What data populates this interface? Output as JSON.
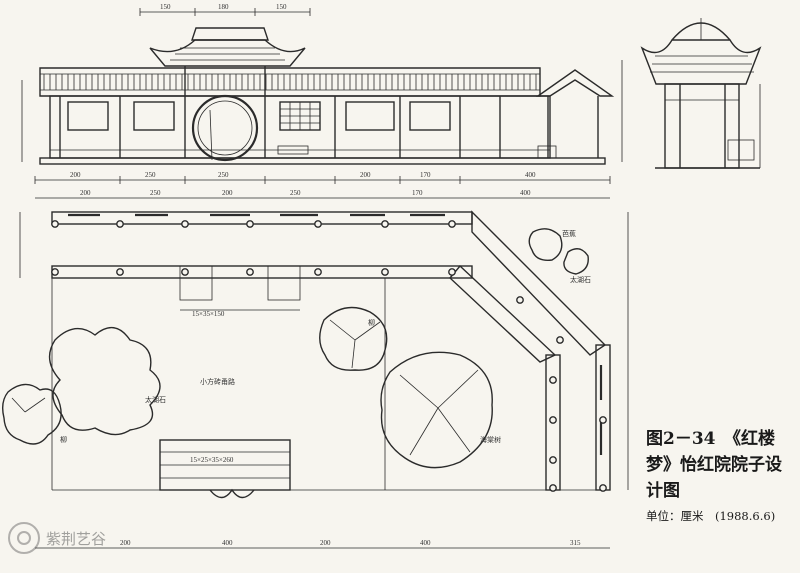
{
  "caption": {
    "line1": "图2－34　《红楼",
    "line2": "梦》怡红院院子设",
    "line3": "计图",
    "unit": "单位：厘米　(1988.6.6)"
  },
  "watermark": {
    "text": "紫荆艺谷"
  },
  "elevation": {
    "top_dims": [
      "150",
      "180",
      "150"
    ],
    "bottom_dims": [
      "200",
      "250",
      "250",
      "200",
      "170",
      "400"
    ]
  },
  "plan": {
    "top_dims": [
      "200",
      "250",
      "200",
      "250",
      "170",
      "400"
    ],
    "bottom_dims": [
      "200",
      "400",
      "200",
      "400",
      "315"
    ],
    "labels": {
      "table": "15×35×150",
      "bench": "15×25×35×260",
      "path": "小方砖甬路",
      "rock": "太湖石",
      "tree1": "柳",
      "tree2": "海棠树",
      "tree3": "柳",
      "tree4": "芭蕉",
      "tree5": "太湖石"
    }
  }
}
